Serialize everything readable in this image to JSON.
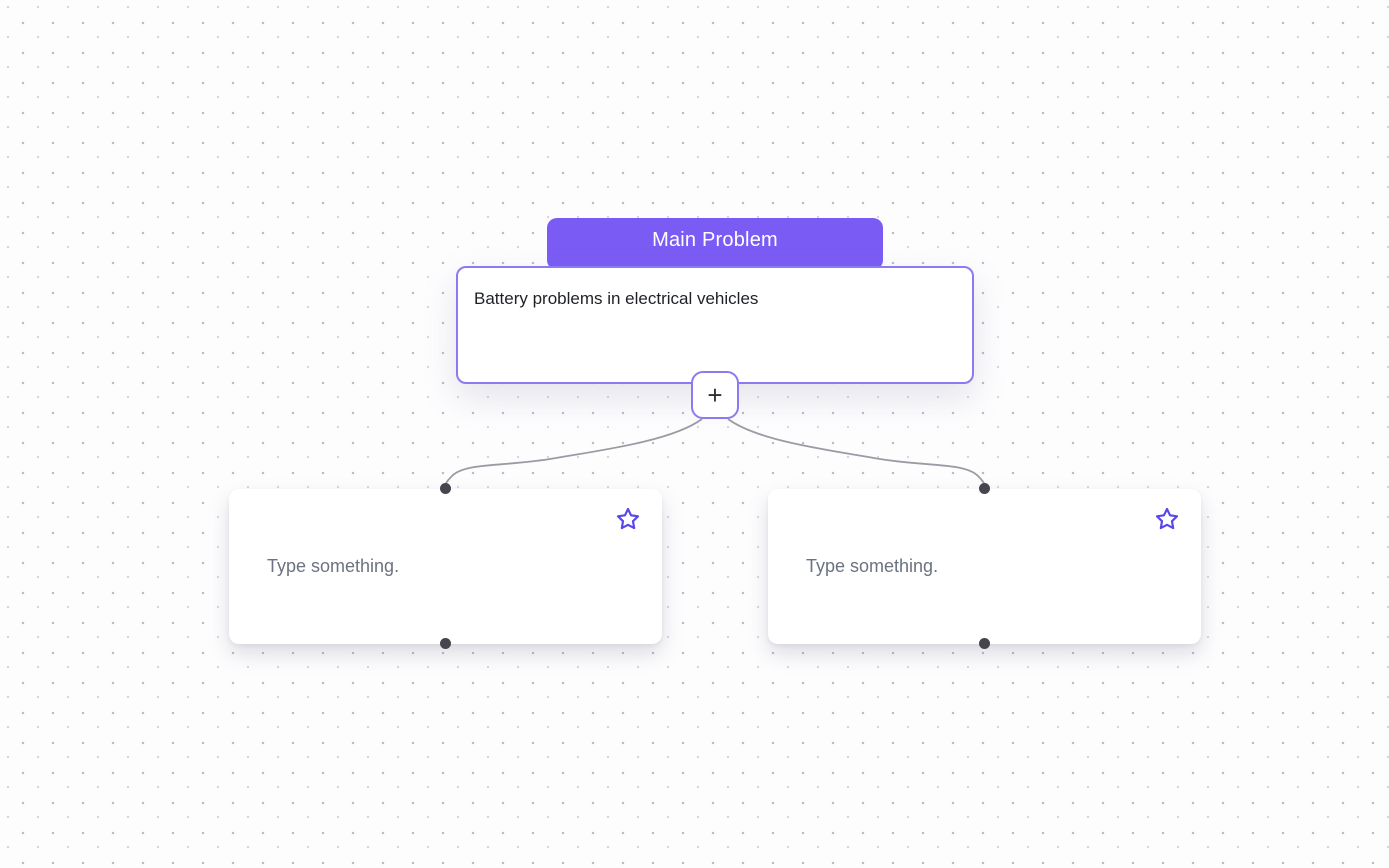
{
  "main_node": {
    "header_label": "Main Problem",
    "content": "Battery problems in electrical vehicles",
    "add_button_label": "+"
  },
  "child_nodes": [
    {
      "placeholder": "Type something.",
      "icon": "star-icon"
    },
    {
      "placeholder": "Type something.",
      "icon": "star-icon"
    }
  ],
  "colors": {
    "accent": "#7a5cf5",
    "node_border": "#8b7af2",
    "star": "#5847ea",
    "connector": "#9b9ba3",
    "connection_dot": "#45454d",
    "placeholder_text": "#6b7280",
    "content_text": "#1e2126",
    "background_dots": "#babdc6"
  }
}
